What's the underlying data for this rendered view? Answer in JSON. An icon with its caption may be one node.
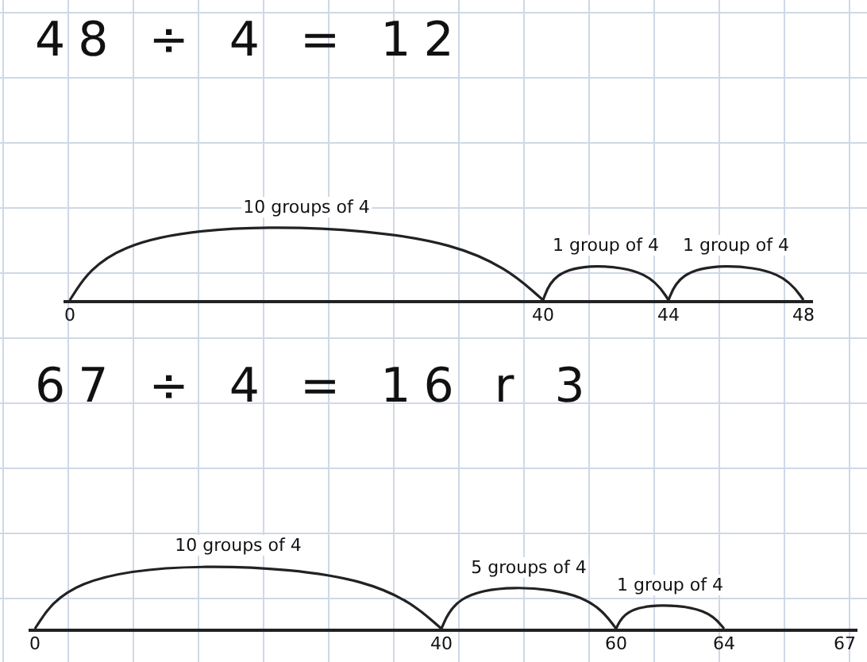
{
  "diagram": {
    "nodes": [
      {
        "text": [
          "0"
        ]
      },
      {
        "text": [
          "40"
        ]
      },
      {
        "text": [
          "44"
        ]
      },
      {
        "text": [
          "48"
        ]
      },
      {
        "text": [
          "0"
        ]
      },
      {
        "text": [
          "40"
        ]
      },
      {
        "text": [
          "60"
        ]
      },
      {
        "text": [
          "64"
        ]
      },
      {
        "text": [
          "67"
        ]
      }
    ],
    "edges": [
      {
        "from": 0,
        "to": 1,
        "arrow": "none",
        "label": "10 groups of 4"
      },
      {
        "from": 1,
        "to": 2,
        "arrow": "none",
        "label": "1 group of 4"
      },
      {
        "from": 2,
        "to": 3,
        "arrow": "none",
        "label": "1 group of 4"
      },
      {
        "from": 4,
        "to": 5,
        "arrow": "none",
        "label": "10 groups of 4"
      },
      {
        "from": 5,
        "to": 6,
        "arrow": "none",
        "label": "5 groups of 4"
      },
      {
        "from": 6,
        "to": 7,
        "arrow": "none",
        "label": "1 group of 4"
      }
    ],
    "labels": [
      "48 ÷ 4 = 12",
      "67 ÷ 4 = 16 r 3"
    ]
  }
}
